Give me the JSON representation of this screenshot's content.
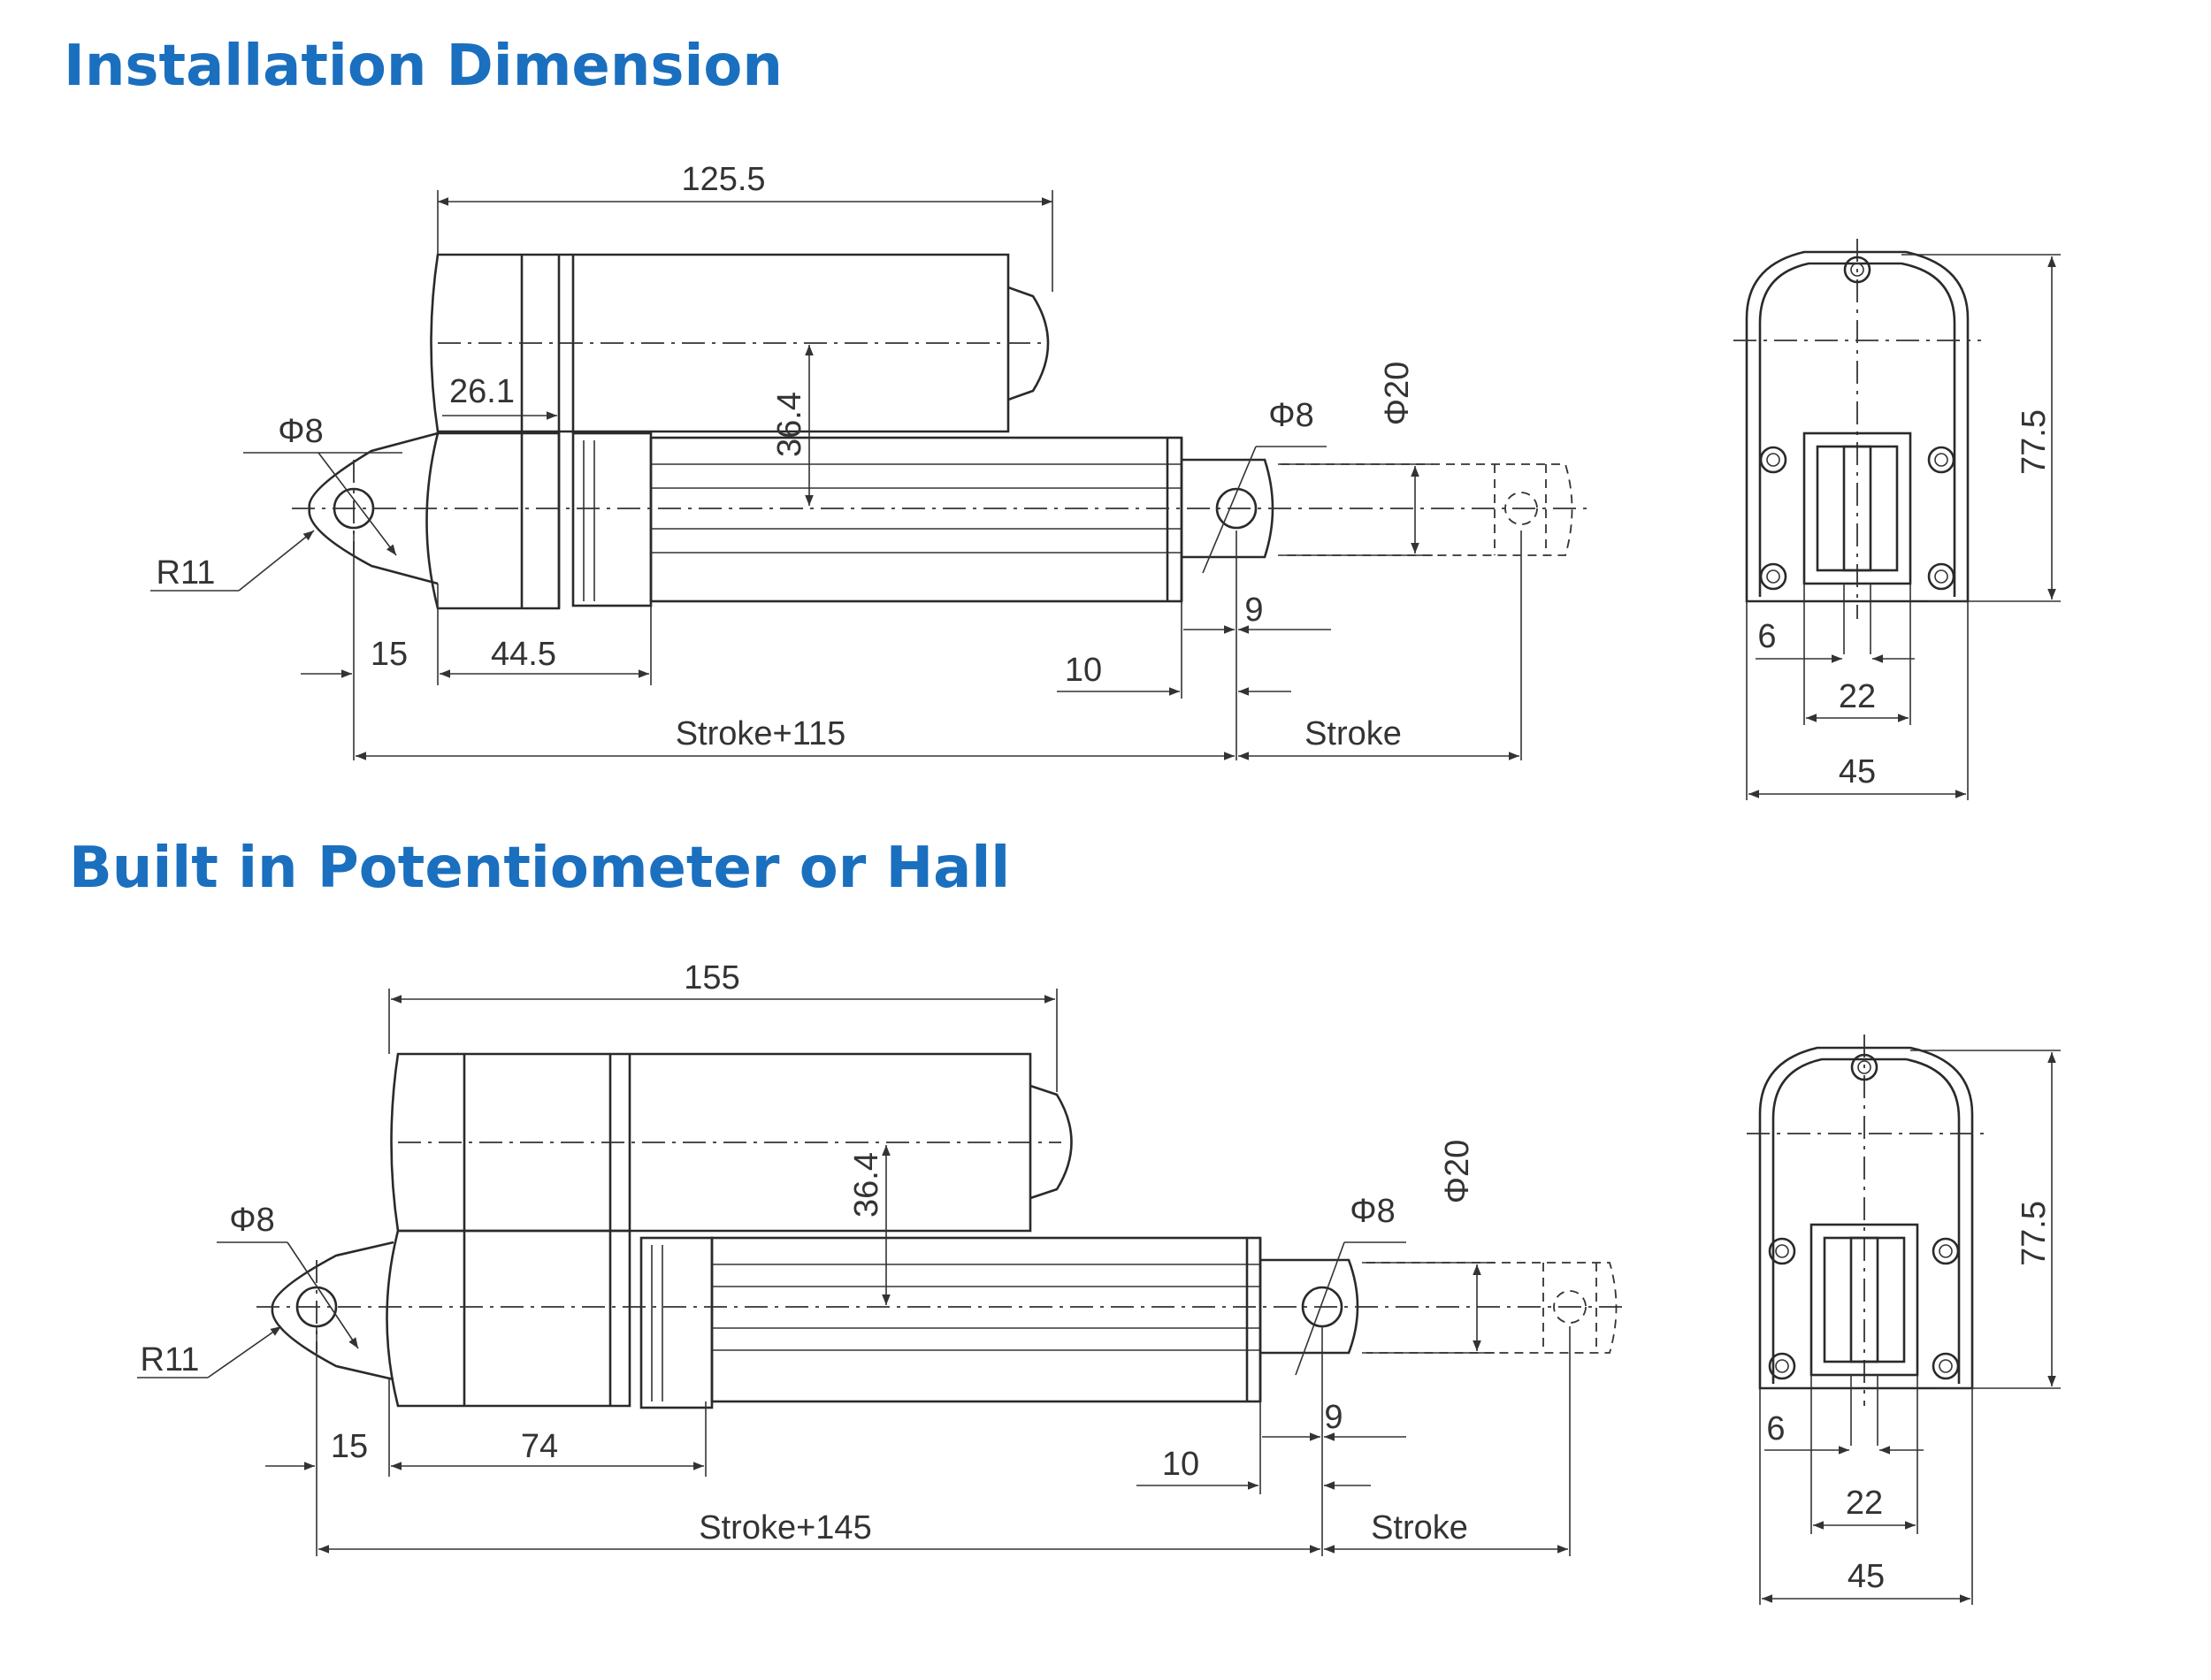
{
  "titles": {
    "installation": "Installation Dimension",
    "potentiometer": "Built in Potentiometer or Hall"
  },
  "colors": {
    "title": "#1a6fbf",
    "lines": "#2a2a2a"
  },
  "top_view": {
    "length_total": "125.5",
    "motor_offset": "26.1",
    "center_height": "36.4",
    "clevis_hole_rear": "Φ8",
    "rod_dia": "Φ20",
    "clevis_hole_front": "Φ8",
    "rear_radius": "R11",
    "rear_pin_offset": "15",
    "gearbox_length": "44.5",
    "rod_end_offset": "10",
    "rod_eye": "9",
    "retracted_length": "Stroke+115",
    "stroke": "Stroke"
  },
  "top_side": {
    "height": "77.5",
    "slot_offset": "6",
    "slot_width": "22",
    "width": "45"
  },
  "bottom_view": {
    "length_total": "155",
    "center_height": "36.4",
    "clevis_hole_rear": "Φ8",
    "rod_dia": "Φ20",
    "clevis_hole_front": "Φ8",
    "rear_radius": "R11",
    "rear_pin_offset": "15",
    "gearbox_length": "74",
    "rod_end_offset": "10",
    "rod_eye": "9",
    "retracted_length": "Stroke+145",
    "stroke": "Stroke"
  },
  "bottom_side": {
    "height": "77.5",
    "slot_offset": "6",
    "slot_width": "22",
    "width": "45"
  }
}
